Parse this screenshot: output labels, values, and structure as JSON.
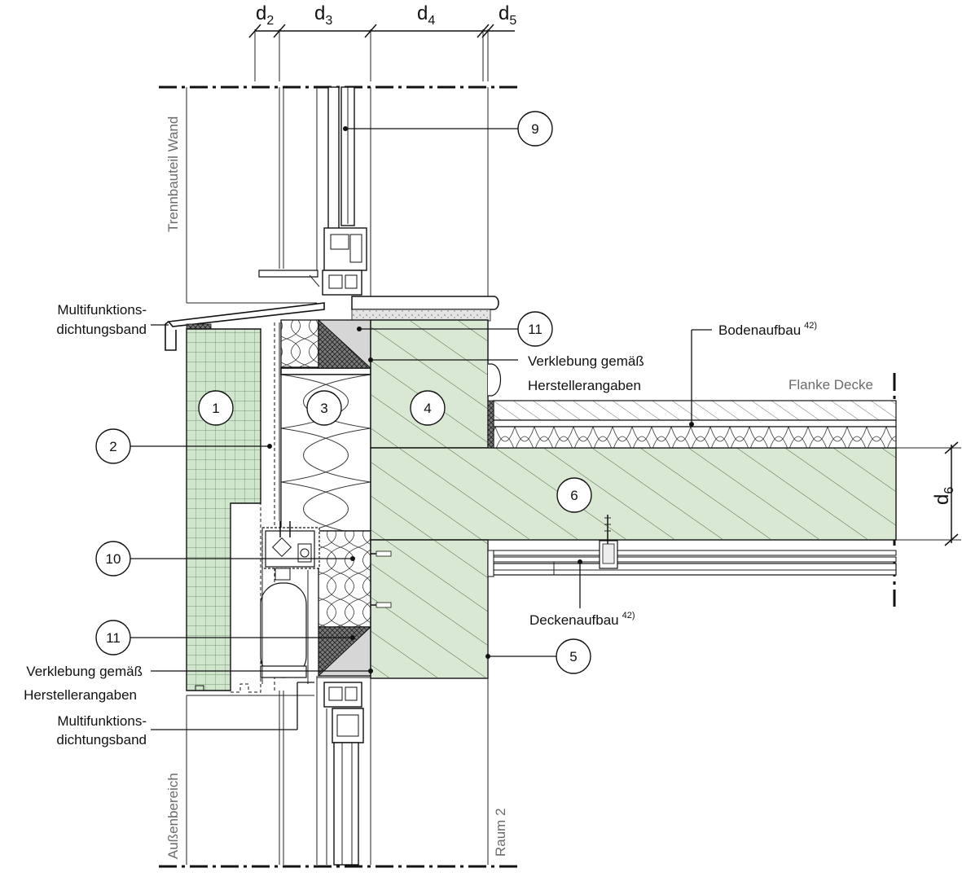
{
  "dimensions": {
    "d2": {
      "base": "d",
      "sub": "2"
    },
    "d3": {
      "base": "d",
      "sub": "3"
    },
    "d4": {
      "base": "d",
      "sub": "4"
    },
    "d5": {
      "base": "d",
      "sub": "5"
    },
    "d6": {
      "base": "d",
      "sub": "6"
    }
  },
  "zones": {
    "trennbauteil": "Trennbauteil Wand",
    "aussenbereich": "Außenbereich",
    "raum2": "Raum 2",
    "flanke": "Flanke Decke"
  },
  "labels": {
    "multifunktion_top_1": "Multifunktions-",
    "multifunktion_top_2": "dichtungsband",
    "verklebung_top_1": "Verklebung gemäß",
    "verklebung_top_2": "Herstellerangaben",
    "bodenaufbau": "Bodenaufbau",
    "bodenaufbau_ref": "42)",
    "deckenaufbau": "Deckenaufbau",
    "deckenaufbau_ref": "42)",
    "verklebung_bottom_1": "Verklebung gemäß",
    "verklebung_bottom_2": "Herstellerangaben",
    "multifunktion_bottom_1": "Multifunktions-",
    "multifunktion_bottom_2": "dichtungsband"
  },
  "callouts": {
    "c1": "1",
    "c2": "2",
    "c3": "3",
    "c4": "4",
    "c5": "5",
    "c6": "6",
    "c9": "9",
    "c10": "10",
    "c11a": "11",
    "c11b": "11"
  },
  "colors": {
    "concrete_fill": "#d9e8d2",
    "tile_fill": "#d0e6cc",
    "grey_fill": "#d6d6d6",
    "line": "#111111"
  }
}
